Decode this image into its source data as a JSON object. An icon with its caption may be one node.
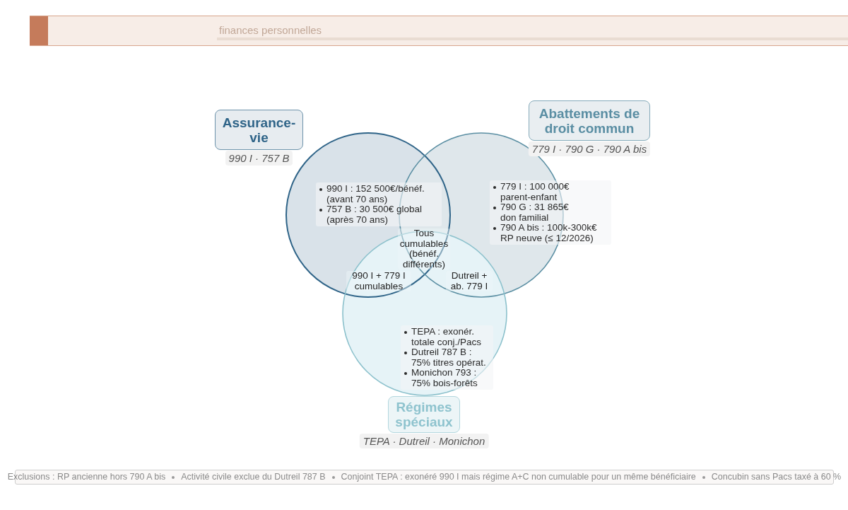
{
  "diagram": {
    "nodes": [
      {
        "text": [
          "Assurance-vie"
        ],
        "beside": [
          "990 I · 757 B"
        ]
      },
      {
        "text": [
          "Abattements de droit commun"
        ],
        "beside": [
          "779 I · 790 G · 790 A bis"
        ]
      },
      {
        "text": [
          "990 I : 152 500€/bénéf. (avant 70 ans)",
          "757 B : 30 500€ global (après 70 ans)"
        ]
      },
      {
        "text": [
          "779 I : 100 000€ parent-enfant",
          "790 G : 31 865€ don familial",
          "790 A bis : 100k-300k€ RP neuve (≤ 12/2026)"
        ]
      },
      {
        "text": [
          "TEPA : exonér. totale conj./Pacs",
          "Dutreil 787 B : 75% titres opérat.",
          "Monichon 793 : 75% bois-forêts"
        ]
      },
      {
        "text": [
          "Régimes spéciaux"
        ],
        "beside": [
          "TEPA · Dutreil · Monichon"
        ]
      }
    ],
    "labels": [
      "finances personnelles",
      "Tous cumulables (bénéf. différents)",
      "990 I + 779 I cumulables",
      "Dutreil + ab. 779 I",
      "Exclusions : RP ancienne hors 790 A bis",
      "Activité civile exclue du Dutreil 787 B",
      "Conjoint TEPA : exonéré 990 I mais régime A+C non cumulable pour un même bénéficiaire",
      "Concubin sans Pacs taxé à 60 %"
    ]
  }
}
